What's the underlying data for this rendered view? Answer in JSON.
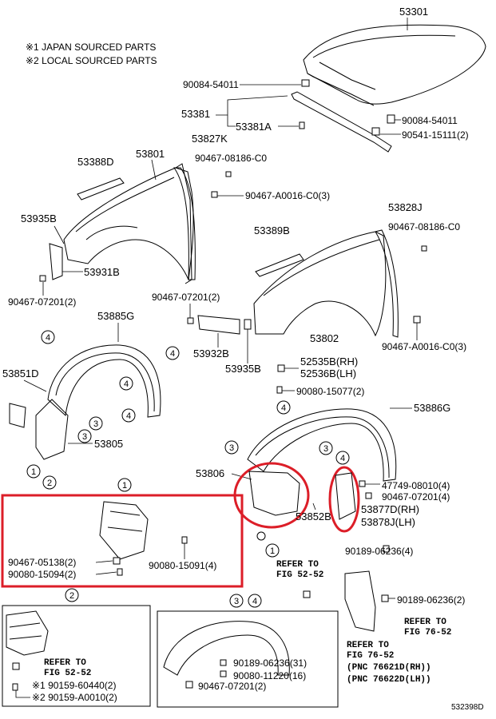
{
  "notes": [
    "※1  JAPAN SOURCED PARTS",
    "※2  LOCAL SOURCED PARTS"
  ],
  "labels": {
    "hood": "53301",
    "hood_clip_left": "90084-54011",
    "hood_clip_right": "90084-54011",
    "hood_seal": "53381",
    "hood_seal_a": "53381A",
    "hood_cushion": "90541-15111(2)",
    "rr_fender_liner_k": "53827K",
    "clip_top_left": "90467-08186-C0",
    "clip_a0016_left": "90467-A0016-C0(3)",
    "rh_fender_seal": "53388D",
    "rh_fender": "53801",
    "rh_bracket_b": "53935B",
    "rh_mud_guard": "53931B",
    "clip_07201_left": "90467-07201(2)",
    "clip_07201_mid": "90467-07201(2)",
    "lh_fender_liner_j": "53828J",
    "clip_top_right": "90467-08186-C0",
    "lh_fender_seal": "53389B",
    "lh_fender": "53802",
    "clip_a0016_right": "90467-A0016-C0(3)",
    "lh_mudflap_b": "53932B",
    "lh_bracket_b": "53935B",
    "protector_rh": "52535B(RH)",
    "protector_lh": "52536B(LH)",
    "bolt_15077": "90080-15077(2)",
    "rh_liner_g": "53885G",
    "rh_liner_d": "53851D",
    "rh_liner_rear": "53805",
    "lh_liner_g": "53886G",
    "lh_liner_front": "53806",
    "clip_47749": "47749-08010(4)",
    "clip_07201_right": "90467-07201(4)",
    "seal_rh": "53877D(RH)",
    "seal_lh": "53878J(LH)",
    "lh_liner_rear": "53852B",
    "screw_06236_a": "90189-06236(4)",
    "screw_06236_b": "90189-06236(2)",
    "inset1_clip": "90467-05138(2)",
    "inset1_bolt": "90080-15094(2)",
    "inset1_bolt2": "90080-15091(4)",
    "inset2_bolt1": "※1 90159-60440(2)",
    "inset2_bolt2": "※2 90159-A0010(2)",
    "inset34_screw": "90189-06236(31)",
    "inset34_bolt": "90080-11220(16)",
    "inset34_clip": "90467-07201(2)",
    "refer_1_a": "REFER TO",
    "refer_1_b": "FIG  52-52",
    "refer_2_a": "REFER TO",
    "refer_2_b": "FIG  76-52",
    "refer_3_a": "REFER TO",
    "refer_3_b": "FIG  76-52",
    "inset2_refer_a": "REFER TO",
    "inset2_refer_b": "FIG  52-52",
    "pnc_rh": "(PNC  76621D(RH))",
    "pnc_lh": "(PNC  76622D(LH))",
    "diagram_code": "532398D"
  },
  "callouts": {
    "c1": "1",
    "c2": "2",
    "c3": "3",
    "c4": "4",
    "inset1": "1",
    "inset2": "2",
    "inset3": "3",
    "inset4": "4"
  },
  "colors": {
    "highlight": "#dc1e28",
    "line": "#000000"
  }
}
